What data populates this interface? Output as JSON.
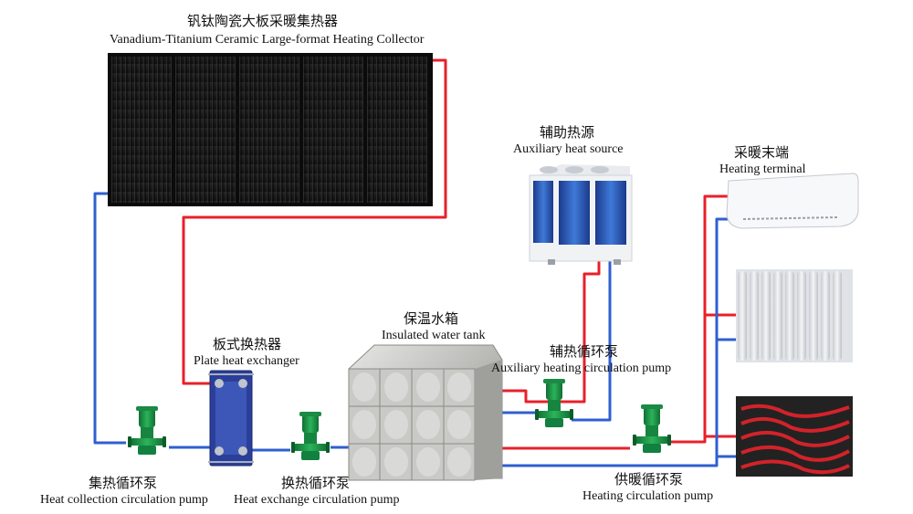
{
  "collector": {
    "title_zh": "钒钛陶瓷大板采暖集热器",
    "title_en": "Vanadium-Titanium Ceramic Large-format Heating Collector"
  },
  "aux_source": {
    "title_zh": "辅助热源",
    "title_en": "Auxiliary heat source"
  },
  "terminal": {
    "title_zh": "采暖末端",
    "title_en": "Heating terminal"
  },
  "tank": {
    "title_zh": "保温水箱",
    "title_en": "Insulated water tank"
  },
  "plate_hx": {
    "title_zh": "板式换热器",
    "title_en": "Plate heat exchanger"
  },
  "aux_pump": {
    "title_zh": "辅热循环泵",
    "title_en": "Auxiliary heating circulation pump"
  },
  "collect_pump": {
    "title_zh": "集热循环泵",
    "title_en": "Heat collection circulation pump"
  },
  "exchange_pump": {
    "title_zh": "换热循环泵",
    "title_en": "Heat exchange circulation pump"
  },
  "heating_pump": {
    "title_zh": "供暖循环泵",
    "title_en": "Heating circulation pump"
  },
  "colors": {
    "hot": "#e8202a",
    "cold": "#2f5fd0",
    "pump": "#1f9a4a",
    "exchanger": "#2a3f9a"
  }
}
